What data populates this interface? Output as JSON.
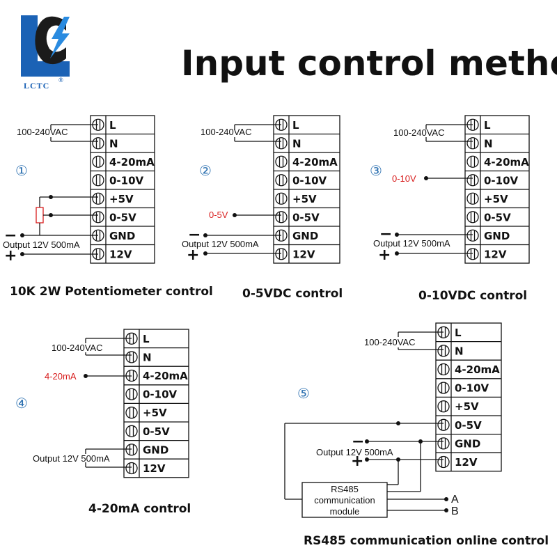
{
  "title": "Input control method",
  "logo": {
    "text": "LCTC",
    "mark": "®",
    "brand_color": "#1b62b5",
    "accent_color": "#2a8be0"
  },
  "terminals": [
    "L",
    "N",
    "4-20mA",
    "0-10V",
    "+5V",
    "0-5V",
    "GND",
    "12V"
  ],
  "labels": {
    "ac": "100-240VAC",
    "output": "Output 12V 500mA",
    "minus": "−",
    "plus": "+",
    "sig_05": "0-5V",
    "sig_010": "0-10V",
    "sig_420": "4-20mA",
    "rs485_lines": [
      "RS485",
      "communication",
      "module"
    ],
    "a": "A",
    "b": "B"
  },
  "diagrams": [
    {
      "number": "①",
      "caption": "10K 2W Potentiometer control"
    },
    {
      "number": "②",
      "caption": "0-5VDC control"
    },
    {
      "number": "③",
      "caption": "0-10VDC control"
    },
    {
      "number": "④",
      "caption": "4-20mA control"
    },
    {
      "number": "⑤",
      "caption": "RS485 communication online control"
    }
  ],
  "colors": {
    "signal": "#d81e1e",
    "number": "#2a6fb0",
    "line": "#111111"
  }
}
